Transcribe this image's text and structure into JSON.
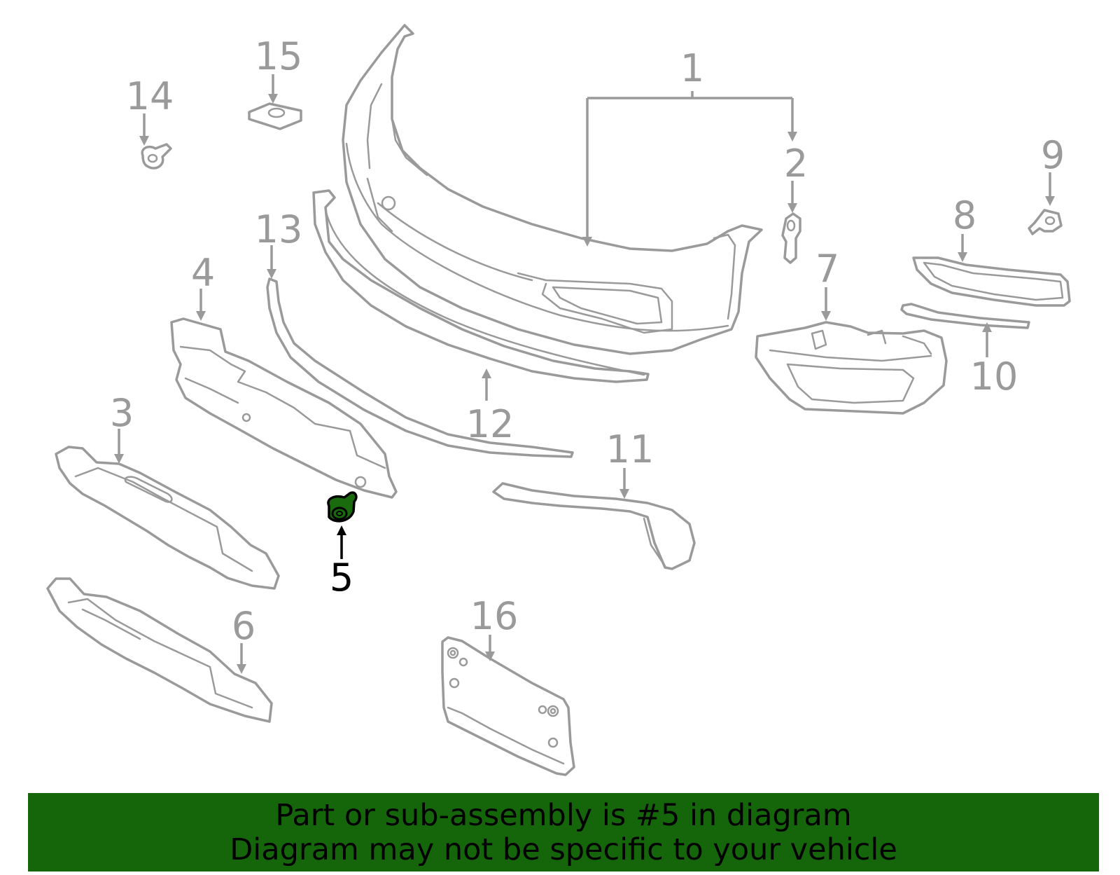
{
  "diagram": {
    "callouts": [
      {
        "id": "1",
        "label": "1"
      },
      {
        "id": "2",
        "label": "2"
      },
      {
        "id": "3",
        "label": "3"
      },
      {
        "id": "4",
        "label": "4"
      },
      {
        "id": "5",
        "label": "5",
        "highlighted": true
      },
      {
        "id": "6",
        "label": "6"
      },
      {
        "id": "7",
        "label": "7"
      },
      {
        "id": "8",
        "label": "8"
      },
      {
        "id": "9",
        "label": "9"
      },
      {
        "id": "10",
        "label": "10"
      },
      {
        "id": "11",
        "label": "11"
      },
      {
        "id": "12",
        "label": "12"
      },
      {
        "id": "13",
        "label": "13"
      },
      {
        "id": "14",
        "label": "14"
      },
      {
        "id": "15",
        "label": "15"
      },
      {
        "id": "16",
        "label": "16"
      }
    ],
    "colors": {
      "part_outline": "#9a9a9a",
      "highlight_part": "#1a6b0e",
      "highlight_text": "#000000",
      "banner_bg": "#15650b"
    }
  },
  "banner": {
    "line1": "Part or sub-assembly is #5 in diagram",
    "line2": "Diagram may not be specific to your vehicle"
  }
}
